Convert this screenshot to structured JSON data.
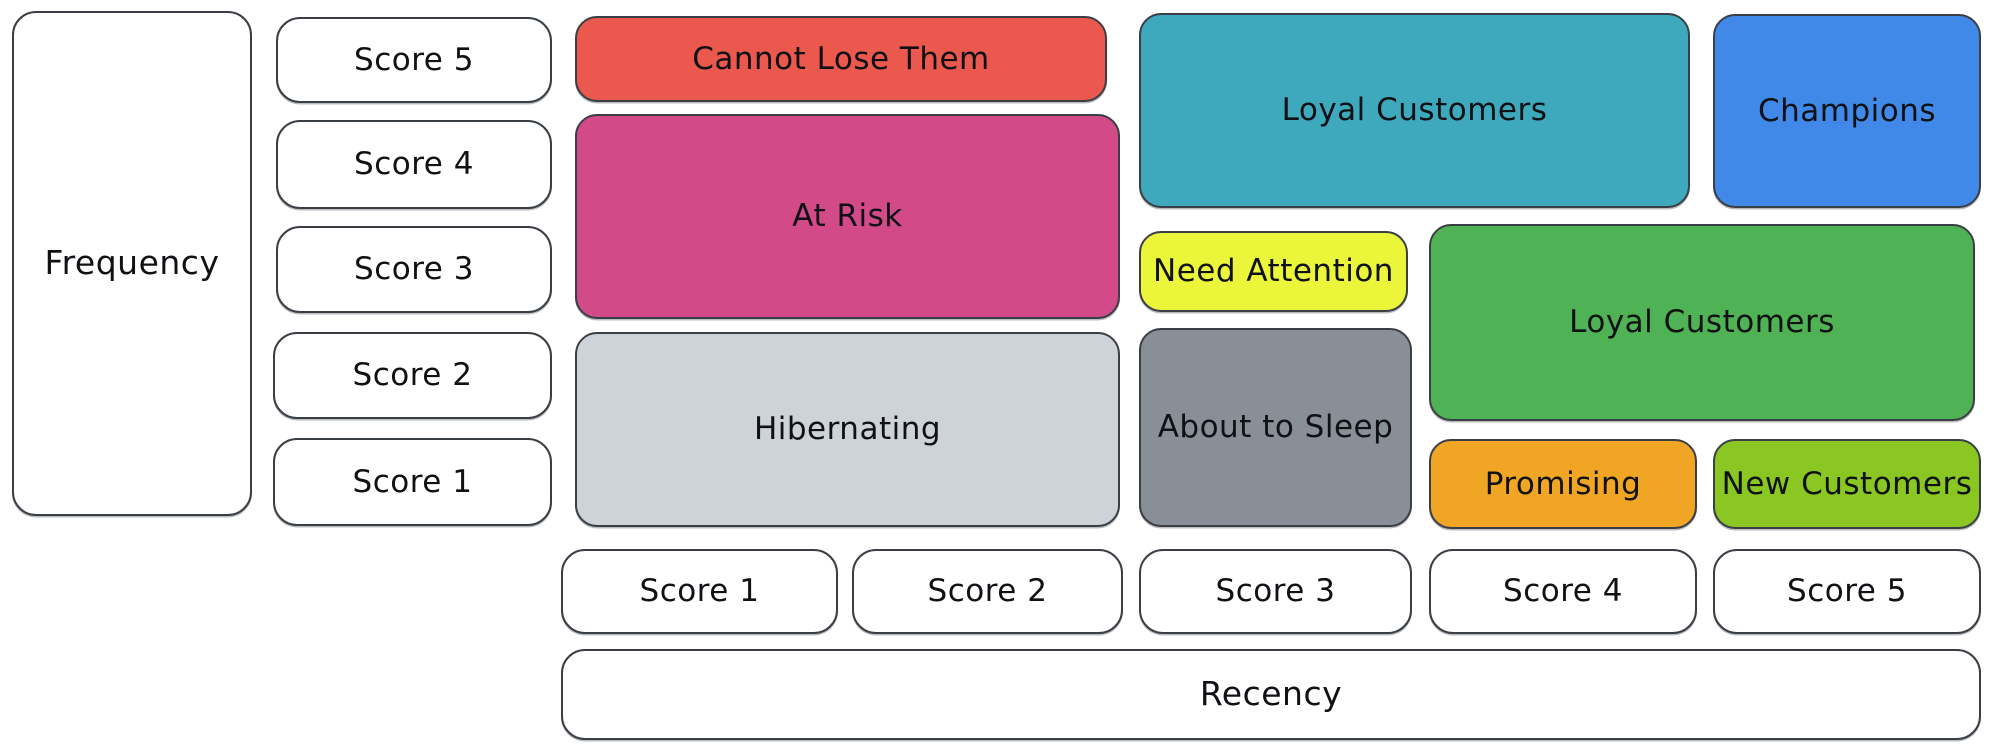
{
  "diagram": {
    "type": "rfm-customer-segment-matrix"
  },
  "axes": {
    "frequency": {
      "label": "Frequency",
      "scores": [
        "Score 5",
        "Score 4",
        "Score 3",
        "Score 2",
        "Score 1"
      ]
    },
    "recency": {
      "label": "Recency",
      "scores": [
        "Score 1",
        "Score 2",
        "Score 3",
        "Score 4",
        "Score 5"
      ]
    }
  },
  "segments": [
    {
      "label": "Cannot Lose Them",
      "color": "#ea584e",
      "frequency_scores": [
        5
      ],
      "recency_scores": [
        1,
        2
      ]
    },
    {
      "label": "At Risk",
      "color": "#d34a88",
      "frequency_scores": [
        3,
        4
      ],
      "recency_scores": [
        1,
        2
      ]
    },
    {
      "label": "Hibernating",
      "color": "#ced3da",
      "frequency_scores": [
        1,
        2
      ],
      "recency_scores": [
        1,
        2
      ]
    },
    {
      "label": "Loyal Customers",
      "color": "#3ea8bc",
      "frequency_scores": [
        4,
        5
      ],
      "recency_scores": [
        3,
        4
      ]
    },
    {
      "label": "Champions",
      "color": "#4089e8",
      "frequency_scores": [
        4,
        5
      ],
      "recency_scores": [
        5
      ]
    },
    {
      "label": "Need Attention",
      "color": "#ebf63b",
      "frequency_scores": [
        3
      ],
      "recency_scores": [
        3
      ]
    },
    {
      "label": "Loyal Customers",
      "color": "#4fb254",
      "frequency_scores": [
        2,
        3
      ],
      "recency_scores": [
        4,
        5
      ]
    },
    {
      "label": "About to Sleep",
      "color": "#898f97",
      "frequency_scores": [
        1,
        2
      ],
      "recency_scores": [
        3
      ]
    },
    {
      "label": "Promising",
      "color": "#f0a524",
      "frequency_scores": [
        1
      ],
      "recency_scores": [
        4
      ]
    },
    {
      "label": "New Customers",
      "color": "#8ac722",
      "frequency_scores": [
        1
      ],
      "recency_scores": [
        5
      ]
    }
  ],
  "colors": {
    "stroke": "#3a3f45",
    "text": "#101114",
    "background": "#ffffff",
    "label_box_fill": "#ffffff"
  }
}
